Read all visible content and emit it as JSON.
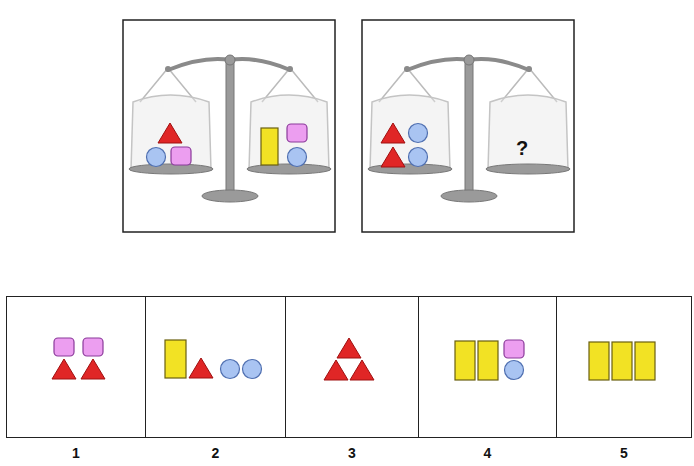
{
  "diagram": {
    "nodes": [
      {
        "text": [
          "1"
        ]
      },
      {
        "text": [
          "2"
        ]
      },
      {
        "text": [
          "3"
        ]
      },
      {
        "text": [
          "4"
        ]
      },
      {
        "text": [
          "5"
        ]
      }
    ],
    "labels": [
      "?"
    ]
  }
}
